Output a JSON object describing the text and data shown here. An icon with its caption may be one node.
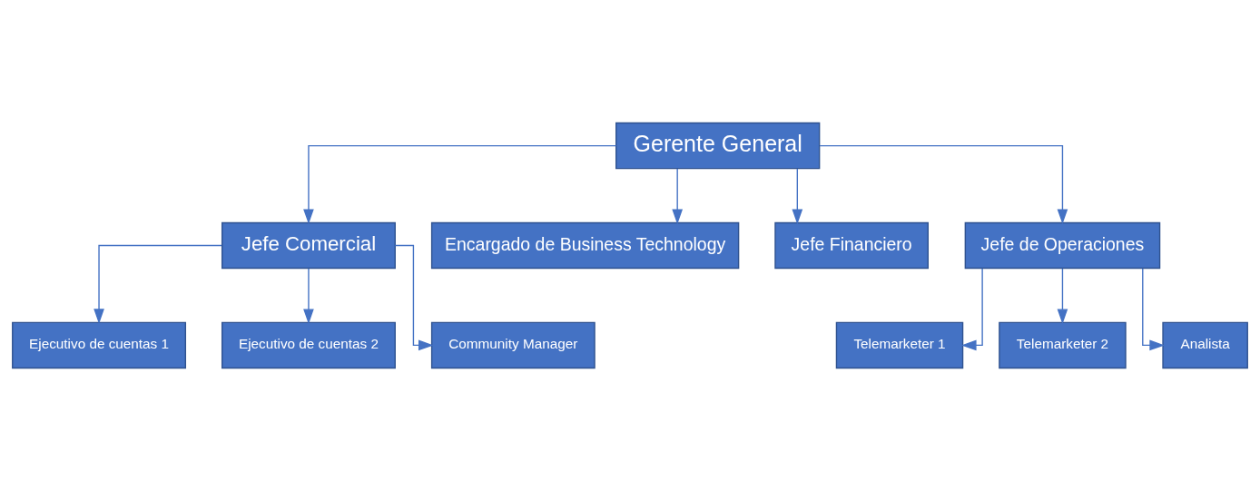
{
  "diagram": {
    "nodes": [
      {
        "text": [
          "Gerente General"
        ]
      },
      {
        "text": [
          "Jefe Comercial"
        ]
      },
      {
        "text": [
          "Encargado de Business Technology"
        ]
      },
      {
        "text": [
          "Jefe Financiero"
        ]
      },
      {
        "text": [
          "Jefe de Operaciones"
        ]
      },
      {
        "text": [
          "Ejecutivo de cuentas 1"
        ]
      },
      {
        "text": [
          "Ejecutivo de cuentas 2"
        ]
      },
      {
        "text": [
          "Community Manager"
        ]
      },
      {
        "text": [
          "Telemarketer 1"
        ]
      },
      {
        "text": [
          "Telemarketer 2"
        ]
      },
      {
        "text": [
          "Analista"
        ]
      }
    ],
    "edges": [
      {
        "from": 0,
        "to": 1,
        "arrow": "to"
      },
      {
        "from": 0,
        "to": 2,
        "arrow": "to"
      },
      {
        "from": 0,
        "to": 3,
        "arrow": "to"
      },
      {
        "from": 0,
        "to": 4,
        "arrow": "to"
      },
      {
        "from": 1,
        "to": 5,
        "arrow": "to"
      },
      {
        "from": 1,
        "to": 6,
        "arrow": "to"
      },
      {
        "from": 1,
        "to": 7,
        "arrow": "to"
      },
      {
        "from": 4,
        "to": 8,
        "arrow": "to"
      },
      {
        "from": 4,
        "to": 9,
        "arrow": "to"
      },
      {
        "from": 4,
        "to": 10,
        "arrow": "to"
      }
    ]
  }
}
